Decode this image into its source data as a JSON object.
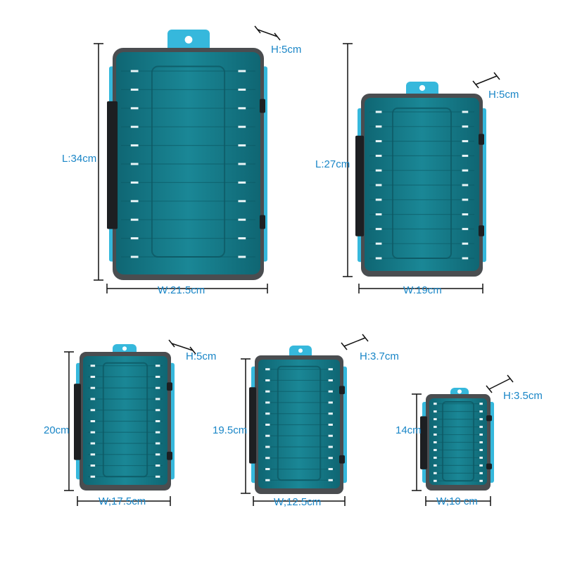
{
  "colors": {
    "dimension_text": "#1a86c7",
    "box_teal": "#17808f",
    "box_dark": "#0f5f6b",
    "frame_grey": "#4a4d50",
    "tab_cyan": "#36b8dc",
    "latch_black": "#1d1f22",
    "line_black": "#111111"
  },
  "boxes": [
    {
      "length": "L:34cm",
      "width": "W:21.5cm",
      "height": "H:5cm"
    },
    {
      "length": "L:27cm",
      "width": "W:19cm",
      "height": "H:5cm"
    },
    {
      "length": "20cm",
      "width": "W;17.5cm",
      "height": "H:5cm"
    },
    {
      "length": "19.5cm",
      "width": "W;12.5cm",
      "height": "H:3.7cm"
    },
    {
      "length": "14cm",
      "width": "W;10 cm",
      "height": "H:3.5cm"
    }
  ]
}
